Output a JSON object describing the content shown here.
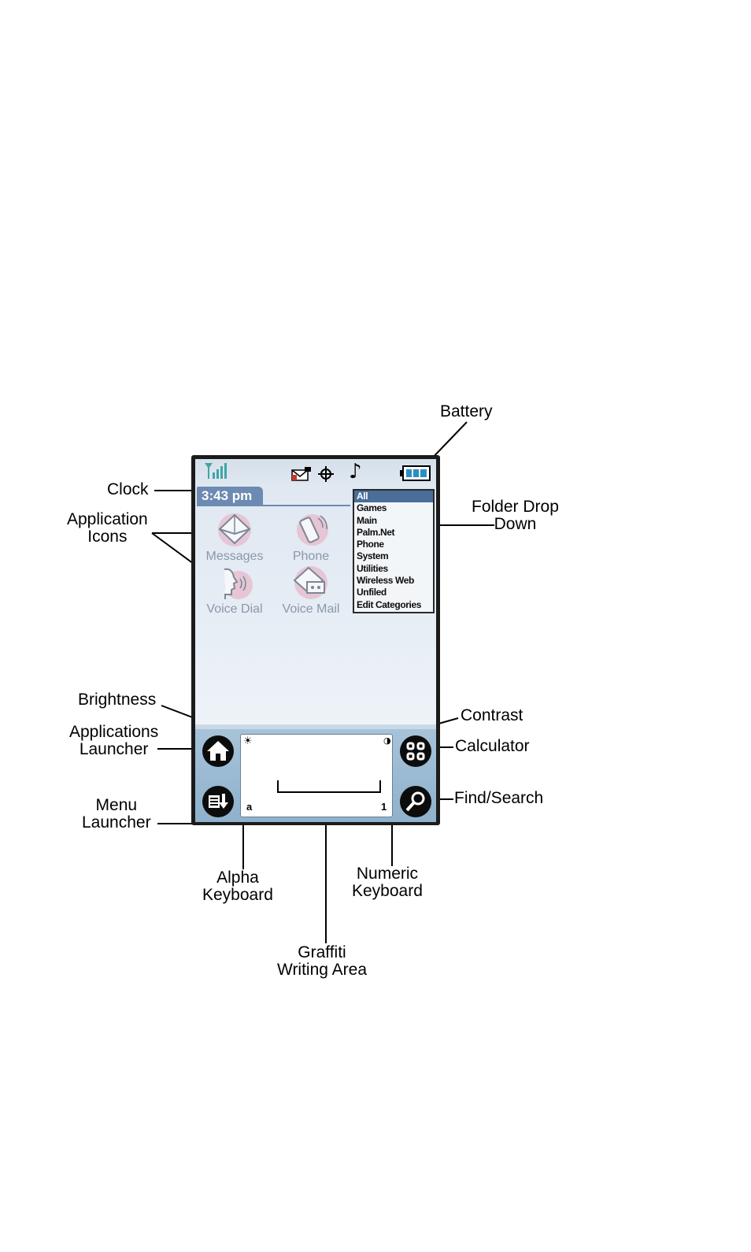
{
  "device": {
    "clock": "3:43 pm",
    "apps": [
      {
        "label": "Messages",
        "icon": "envelope-icon"
      },
      {
        "label": "Phone",
        "icon": "cellphone-icon"
      },
      {
        "label": "Voice Dial",
        "icon": "voice-head-icon"
      },
      {
        "label": "Voice Mail",
        "icon": "voicemail-envelope-icon"
      }
    ],
    "folder_dropdown": [
      "All",
      "Games",
      "Main",
      "Palm.Net",
      "Phone",
      "System",
      "Utilities",
      "Wireless Web",
      "Unfiled",
      "Edit Categories"
    ],
    "selected_folder": "All",
    "graffiti": {
      "alpha_mark": "a",
      "numeric_mark": "1"
    }
  },
  "callouts": {
    "battery": "Battery",
    "clock": "Clock",
    "application_icons": [
      "Application",
      "Icons"
    ],
    "folder_drop_down": [
      "Folder Drop",
      "Down"
    ],
    "brightness": "Brightness",
    "contrast": "Contrast",
    "applications_launcher": [
      "Applications",
      "Launcher"
    ],
    "calculator": "Calculator",
    "menu_launcher": [
      "Menu",
      "Launcher"
    ],
    "find_search": "Find/Search",
    "alpha_keyboard": [
      "Alpha",
      "Keyboard"
    ],
    "numeric_keyboard": [
      "Numeric",
      "Keyboard"
    ],
    "graffiti_writing_area": [
      "Graffiti",
      "Writing Area"
    ]
  },
  "colors": {
    "screen_bg": "#e2e9f1",
    "highlight": "#4a6d9a",
    "silkscreen": "#9bbbd3",
    "frame": "#1b1b1b"
  }
}
